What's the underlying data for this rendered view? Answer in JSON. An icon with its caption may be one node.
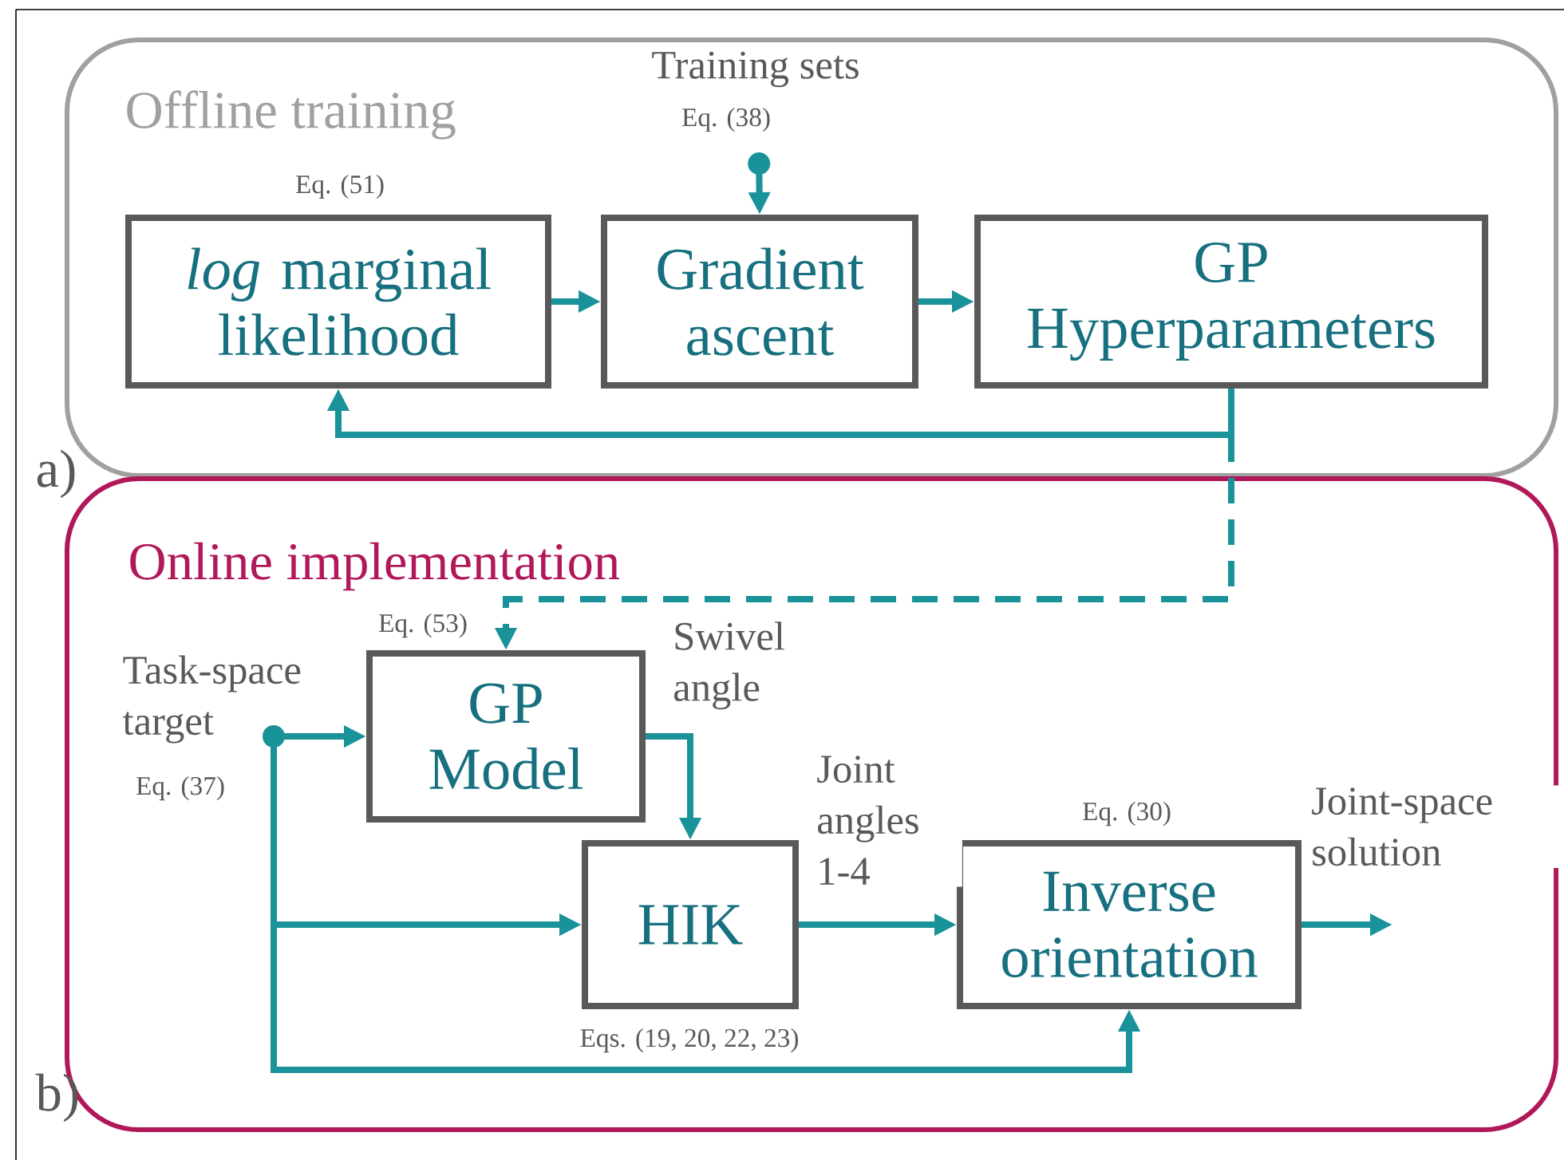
{
  "diagram": {
    "nodes": [
      {
        "text": [
          "Offline training"
        ]
      },
      {
        "text": [
          "*log* marginal likelihood"
        ],
        "in": 0,
        "beside": [
          "Eq. (51)"
        ]
      },
      {
        "text": [
          "Gradient ascent"
        ],
        "in": 0
      },
      {
        "text": [
          "GP Hyperparameters"
        ],
        "in": 0
      },
      {
        "text": [
          "Training sets"
        ],
        "in": 0,
        "beside": [
          "Eq. (38)"
        ]
      },
      {
        "text": [
          "Online implementation"
        ]
      },
      {
        "text": [
          "GP Model"
        ],
        "in": 5,
        "beside": [
          "Eq. (53)"
        ]
      },
      {
        "text": [
          "HIK"
        ],
        "in": 5,
        "beside": [
          "Eqs. (19, 20, 22, 23)"
        ]
      },
      {
        "text": [
          "Inverse orientation"
        ],
        "in": 5,
        "beside": [
          "Eq. (30)"
        ]
      },
      {
        "text": [
          "Task-space target"
        ],
        "in": 5,
        "beside": [
          "Eq. (37)"
        ]
      }
    ],
    "edges": [
      {
        "from": 1,
        "to": 2,
        "arrow": "to"
      },
      {
        "from": 2,
        "to": 3,
        "arrow": "to"
      },
      {
        "from": 3,
        "to": 1,
        "arrow": "to"
      },
      {
        "from": 4,
        "to": 2,
        "arrow": "to"
      },
      {
        "from": 3,
        "to": 6,
        "arrow": "to",
        "style": "dashed"
      },
      {
        "from": 9,
        "to": 6,
        "arrow": "to"
      },
      {
        "from": 6,
        "to": 7,
        "arrow": "to",
        "label": "Swivel angle"
      },
      {
        "from": 9,
        "to": 7,
        "arrow": "to"
      },
      {
        "from": 9,
        "to": 8,
        "arrow": "to"
      },
      {
        "from": 7,
        "to": 8,
        "arrow": "to",
        "label": "Joint angles 1-4"
      },
      {
        "from": 8,
        "to": null,
        "arrow": "to",
        "label": "Joint-space solution"
      }
    ],
    "labels": [
      "a)",
      "b)"
    ]
  }
}
